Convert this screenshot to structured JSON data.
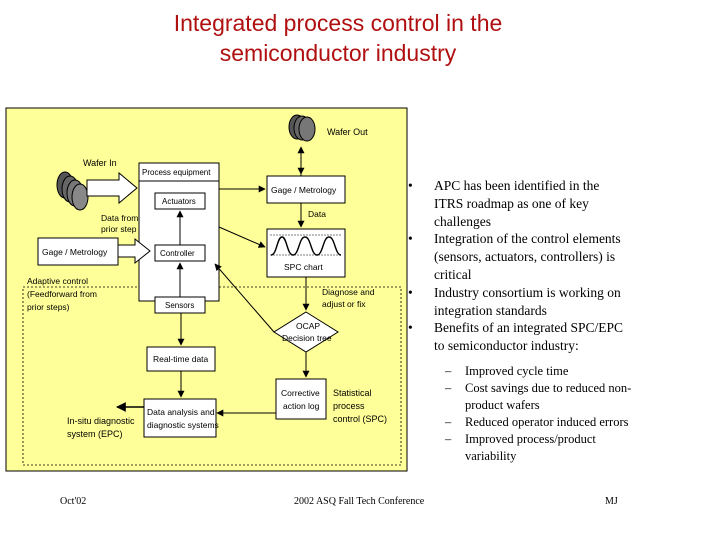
{
  "title": {
    "line1": "Integrated process control in the",
    "line2": "semiconductor industry"
  },
  "diagram": {
    "wafer_out": "Wafer Out",
    "wafer_in": "Wafer In",
    "process_equipment": "Process equipment",
    "actuators": "Actuators",
    "controller": "Controller",
    "sensors": "Sensors",
    "data_from_prior_step_1": "Data from",
    "data_from_prior_step_2": "prior step",
    "gage_metrology_left": "Gage / Metrology",
    "gage_metrology_top": "Gage / Metrology",
    "data": "Data",
    "spc_chart": "SPC chart",
    "adaptive_1": "Adaptive control",
    "adaptive_2": "(Feedforward from",
    "adaptive_3": "prior steps)",
    "diagnose_1": "Diagnose and",
    "diagnose_2": "adjust or fix",
    "ocap_1": "OCAP",
    "ocap_2": "Decision tree",
    "realtime_data": "Real-time data",
    "corrective_1": "Corrective",
    "corrective_2": "action log",
    "spc_1": "Statistical",
    "spc_2": "process",
    "spc_3": "control (SPC)",
    "insitu_1": "In-situ diagnostic",
    "insitu_2": "system (EPC)",
    "analysis_1": "Data analysis and",
    "analysis_2": "diagnostic systems"
  },
  "bullets": [
    {
      "dot": "•",
      "lines": [
        "APC has been identified in the",
        "ITRS roadmap as one of key",
        "challenges"
      ]
    },
    {
      "dot": "•",
      "lines": [
        "Integration of the control elements",
        "(sensors, actuators, controllers) is",
        "critical"
      ]
    },
    {
      "dot": "•",
      "lines": [
        "Industry consortium is working on",
        "integration standards"
      ]
    },
    {
      "dot": "•",
      "lines": [
        "Benefits of an integrated SPC/EPC",
        "to semiconductor industry:"
      ]
    }
  ],
  "sub_bullets": [
    {
      "dash": "–",
      "lines": [
        "Improved cycle time"
      ]
    },
    {
      "dash": "–",
      "lines": [
        "Cost savings due to reduced non-",
        "product wafers"
      ]
    },
    {
      "dash": "–",
      "lines": [
        "Reduced operator induced errors"
      ]
    },
    {
      "dash": "–",
      "lines": [
        "Improved process/product",
        "variability"
      ]
    }
  ],
  "footer": {
    "date": "Oct'02",
    "conference": "2002 ASQ Fall Tech Conference",
    "initials": "MJ"
  },
  "colors": {
    "title": "#b01010",
    "diagram_background": "#ffff99",
    "box_border": "#000000"
  }
}
